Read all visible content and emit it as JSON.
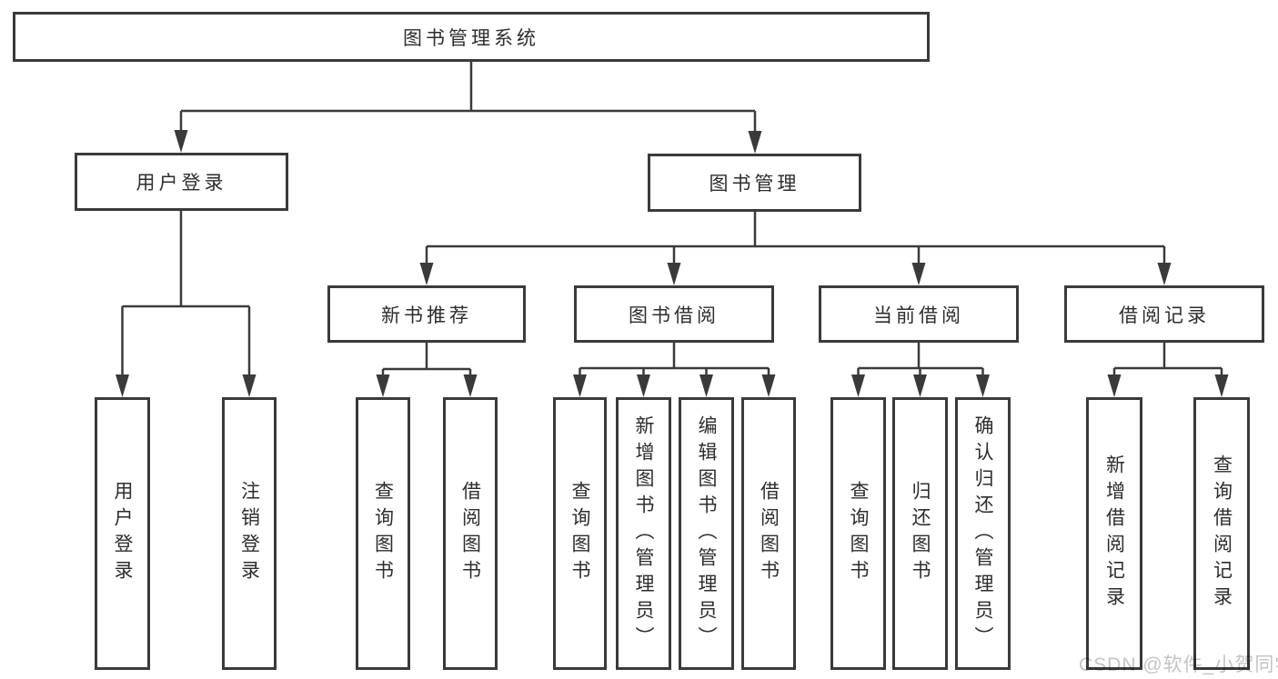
{
  "tree": {
    "root": {
      "label": "图书管理系统"
    },
    "branches": [
      {
        "label": "用户登录",
        "leaves": [
          {
            "label": "用户登录"
          },
          {
            "label": "注销登录"
          }
        ]
      },
      {
        "label": "图书管理",
        "groups": [
          {
            "label": "新书推荐",
            "leaves": [
              {
                "label": "查询图书"
              },
              {
                "label": "借阅图书"
              }
            ]
          },
          {
            "label": "图书借阅",
            "leaves": [
              {
                "label": "查询图书"
              },
              {
                "label": "新增图书（管理员）"
              },
              {
                "label": "编辑图书（管理员）"
              },
              {
                "label": "借阅图书"
              }
            ]
          },
          {
            "label": "当前借阅",
            "leaves": [
              {
                "label": "查询图书"
              },
              {
                "label": "归还图书"
              },
              {
                "label": "确认归还（管理员）"
              }
            ]
          },
          {
            "label": "借阅记录",
            "leaves": [
              {
                "label": "新增借阅记录"
              },
              {
                "label": "查询借阅记录"
              }
            ]
          }
        ]
      }
    ]
  },
  "watermark": {
    "text": "CSDN @软件_小贺同学"
  },
  "colors": {
    "line": "#3a3a3a",
    "text": "#2d2d2d",
    "watermark": "#c4c4c4",
    "background": "#ffffff"
  }
}
